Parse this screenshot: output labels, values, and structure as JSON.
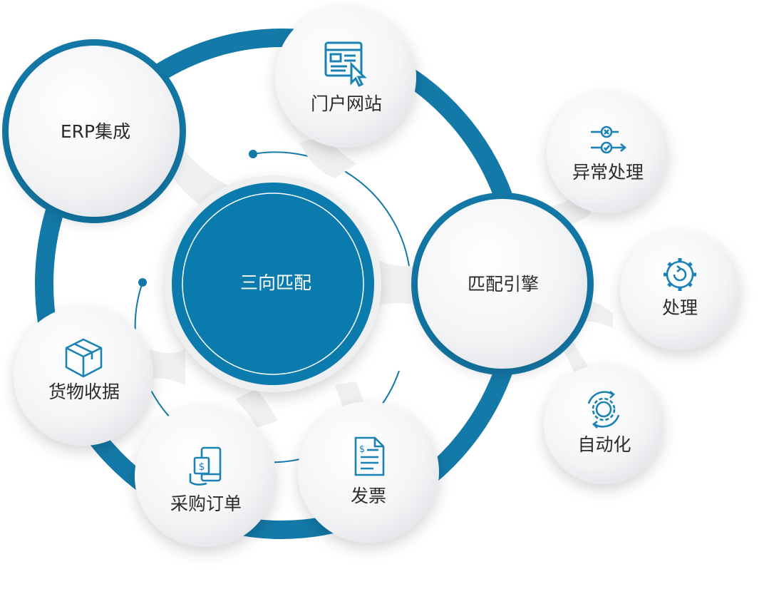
{
  "colors": {
    "ring": "#1379a8",
    "hub": "#0b7aad",
    "hub_line": "#ffffff",
    "node_bg": "#f4f5f7",
    "icon": "#1a82b4",
    "text": "#2b2b2b"
  },
  "hub": {
    "label": "三向匹配"
  },
  "nodes": {
    "erp": {
      "label": "ERP集成"
    },
    "portal": {
      "label": "门户网站",
      "icon": "browser-cursor-icon"
    },
    "match_engine": {
      "label": "匹配引擎"
    },
    "exception": {
      "label": "异常处理",
      "icon": "exception-flow-icon"
    },
    "process": {
      "label": "处理",
      "icon": "gear-refresh-icon"
    },
    "automation": {
      "label": "自动化",
      "icon": "gear-cycle-icon"
    },
    "goods_receipt": {
      "label": "货物收据",
      "icon": "package-box-icon"
    },
    "purchase_order": {
      "label": "采购订单",
      "icon": "mobile-payment-icon"
    },
    "invoice": {
      "label": "发票",
      "icon": "invoice-document-icon"
    }
  }
}
